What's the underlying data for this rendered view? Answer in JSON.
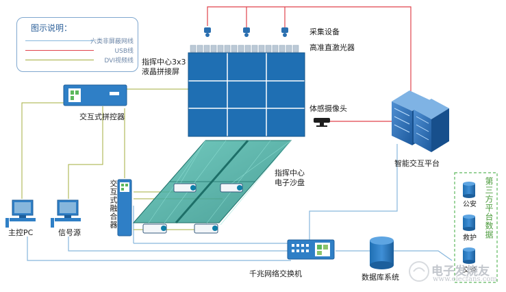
{
  "legend": {
    "title": "图示说明：",
    "items": [
      {
        "label": "六类非屏蔽网线",
        "color": "#86b6dc"
      },
      {
        "label": "USB线",
        "color": "#e0424b"
      },
      {
        "label": "DVI视频线",
        "color": "#a3ad3c"
      }
    ]
  },
  "labels": {
    "capture_device": "采集设备",
    "laser_projector": "高准直激光器",
    "video_wall_line1": "指挥中心3x3",
    "video_wall_line2": "液晶拼接屏",
    "interactive_controller": "交互式拼控器",
    "motion_camera": "体感摄像头",
    "sand_table_line1": "指挥中心",
    "sand_table_line2": "电子沙盘",
    "smart_platform": "智能交互平台",
    "fusion_device": "交互式融合器",
    "main_pc": "主控PC",
    "signal_source": "信号源",
    "gigabit_switch": "千兆网络交换机",
    "database_system": "数据库系统",
    "third_party": "第三方平台数据",
    "db_public_security": "公安",
    "db_rescue": "救护",
    "db_traffic": "交通"
  },
  "watermark": {
    "chinese": "电子发烧友",
    "url": "www.elecfans.com"
  },
  "colors": {
    "network": "#86b6dc",
    "usb": "#e0424b",
    "dvi": "#a3ad3c",
    "screen": "#1f6fb3",
    "sand": "#3aa89c",
    "third_party_border": "#5cb85c"
  }
}
